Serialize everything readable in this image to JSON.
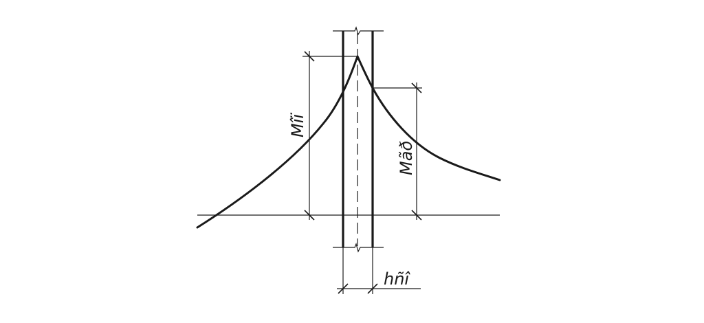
{
  "labels": {
    "moment_support": "Mîï",
    "moment_face": "Mãð",
    "column_width": "hñî"
  }
}
